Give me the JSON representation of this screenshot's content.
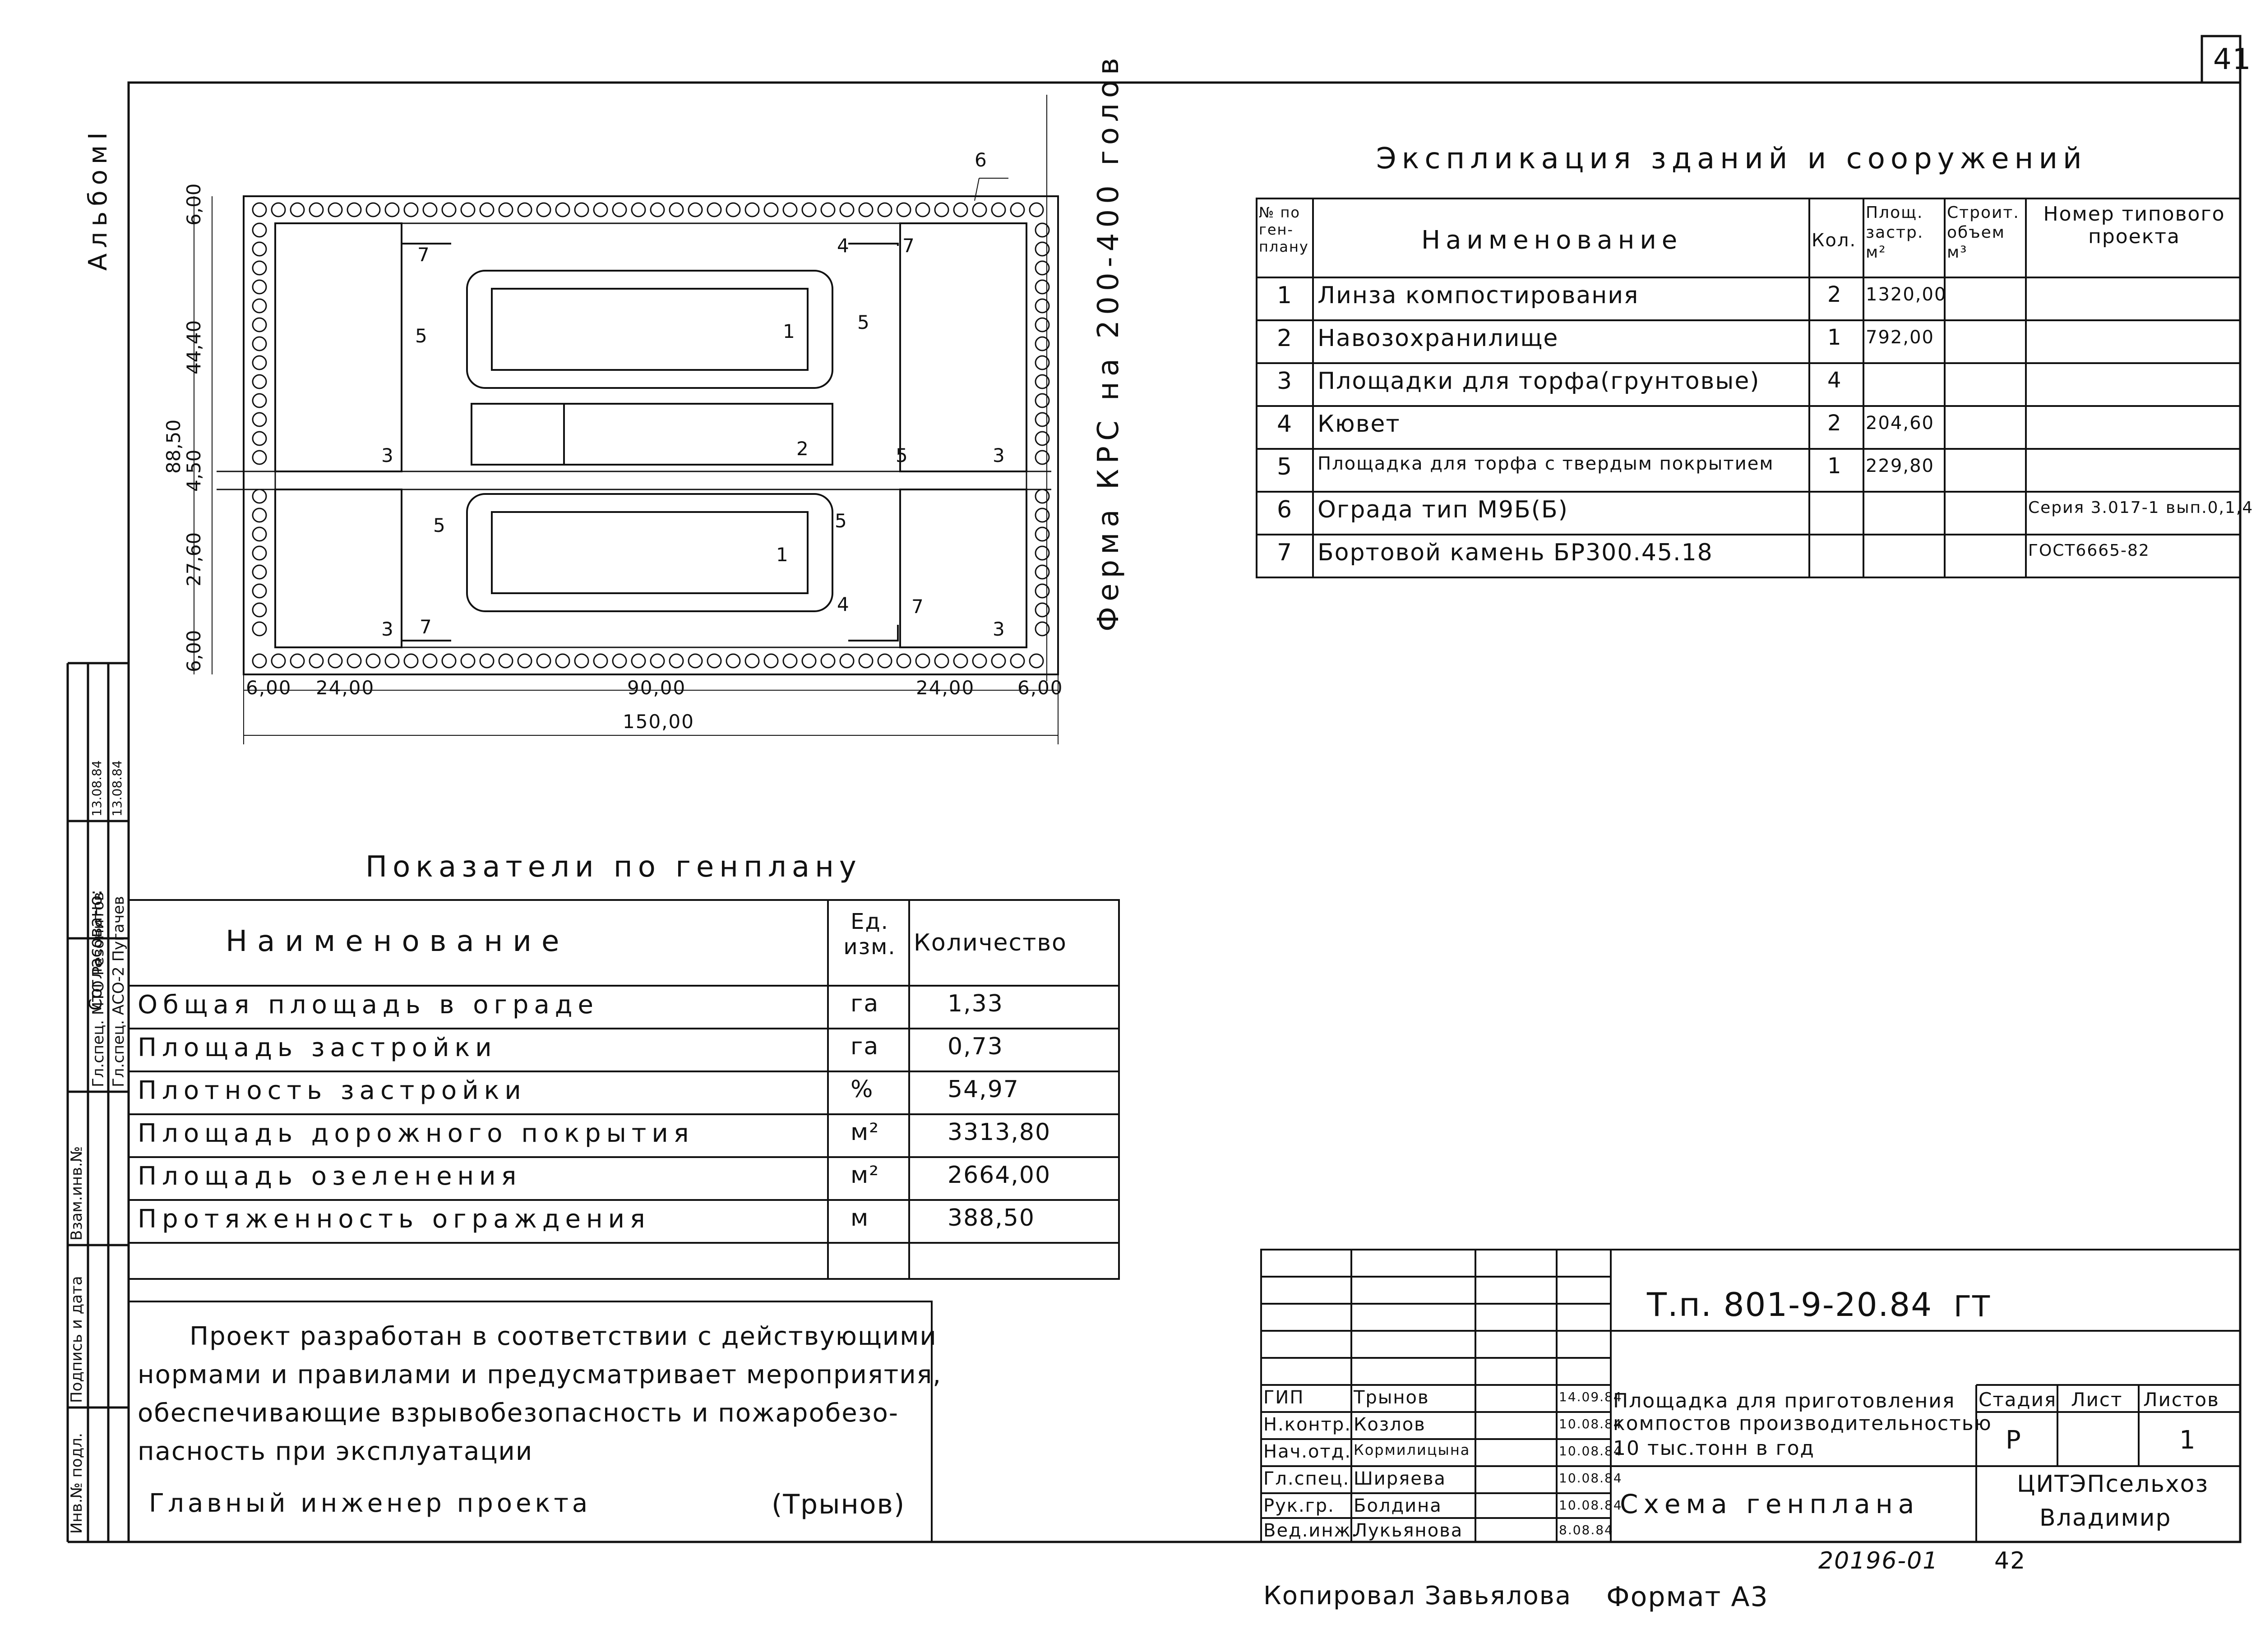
{
  "page_number": "41",
  "album": "АльбомI",
  "farm_label": "Ферма КРС на 200-400 голов",
  "plan": {
    "dims_vertical": [
      "6,00",
      "44,40",
      "4,50",
      "27,60",
      "6,00",
      "88,50"
    ],
    "dims_horizontal": [
      "6,00",
      "24,00",
      "90,00",
      "24,00",
      "6,00",
      "150,00"
    ],
    "labels": [
      "1",
      "1",
      "2",
      "3",
      "3",
      "3",
      "3",
      "4",
      "4",
      "5",
      "5",
      "5",
      "5",
      "5",
      "6",
      "7",
      "7",
      "7",
      "7"
    ]
  },
  "explication": {
    "title": "Экспликация зданий и сооружений",
    "headers": [
      "№ по ген-плану",
      "Наименование",
      "Кол.",
      "Площ. застр. м²",
      "Строит. объем м³",
      "Номер типового проекта"
    ],
    "rows": [
      [
        "1",
        "Линза компостирования",
        "2",
        "1320,00",
        "",
        ""
      ],
      [
        "2",
        "Навозохранилище",
        "1",
        "792,00",
        "",
        ""
      ],
      [
        "3",
        "Площадки для торфа(грунтовые)",
        "4",
        "",
        "",
        ""
      ],
      [
        "4",
        "Кювет",
        "2",
        "204,60",
        "",
        ""
      ],
      [
        "5",
        "Площадка для торфа с твердым покрытием",
        "1",
        "229,80",
        "",
        ""
      ],
      [
        "6",
        "Ограда тип М9Б(Б)",
        "",
        "",
        "",
        "Серия 3.017-1 вып.0,1,4"
      ],
      [
        "7",
        "Бортовой камень БР300.45.18",
        "",
        "",
        "",
        "ГОСТ6665-82"
      ]
    ]
  },
  "indicators": {
    "title": "Показатели по генплану",
    "headers": [
      "Наименование",
      "Ед. изм.",
      "Количество"
    ],
    "rows": [
      [
        "Общая площадь в ограде",
        "га",
        "1,33"
      ],
      [
        "Площадь застройки",
        "га",
        "0,73"
      ],
      [
        "Плотность застройки",
        "%",
        "54,97"
      ],
      [
        "Площадь дорожного покрытия",
        "м²",
        "3313,80"
      ],
      [
        "Площадь озеленения",
        "м²",
        "2664,00"
      ],
      [
        "Протяженность ограждения",
        "м",
        "388,50"
      ]
    ]
  },
  "note": {
    "lines": [
      "Проект разработан в соответствии с действующими",
      "нормами и правилами и предусматривает мероприятия,",
      "обеспечивающие взрывобезопасность и пожаробезо-",
      "пасность при эксплуатации"
    ],
    "signoff": "Главный инженер проекта",
    "signoff_name": "(Трынов)"
  },
  "title_block": {
    "doc_code": "Т.п. 801-9-20.84",
    "doc_mark": "ГТ",
    "project_title": [
      "Площадка для приготовления",
      "компостов производительностью",
      "10 тыс.тонн в год"
    ],
    "drawing_title": "Схема генплана",
    "stage_label": "Стадия",
    "sheet_label": "Лист",
    "sheets_label": "Листов",
    "stage": "Р",
    "sheets": "1",
    "org": [
      "ЦИТЭПсельхоз",
      "Владимир"
    ],
    "roles": [
      {
        "role": "ГИП",
        "name": "Трынов",
        "date": "14.09.84"
      },
      {
        "role": "Н.контр.",
        "name": "Козлов",
        "date": "10.08.84"
      },
      {
        "role": "Нач.отд.",
        "name": "Кормилицына",
        "date": "10.08.84"
      },
      {
        "role": "Гл.спец.",
        "name": "Ширяева",
        "date": "10.08.84"
      },
      {
        "role": "Рук.гр.",
        "name": "Болдина",
        "date": "10.08.84"
      },
      {
        "role": "Вед.инж.",
        "name": "Лукьянова",
        "date": "8.08.84"
      }
    ]
  },
  "inventory_number": "20196-01",
  "page_bottom": "42",
  "footer": {
    "copied": "Копировал Завьялова",
    "format": "Формат А3"
  },
  "side_stamp": {
    "agreed": "Согласовано:",
    "rows": [
      "Гл.спец. МТО Резонитов",
      "Гл.спец. АСО-2 Пугачев"
    ],
    "dates": [
      "13.08.84",
      "13.08.84"
    ],
    "cols": [
      "Инв.№ подл.",
      "Подпись и дата",
      "Взам.инв.№"
    ]
  }
}
